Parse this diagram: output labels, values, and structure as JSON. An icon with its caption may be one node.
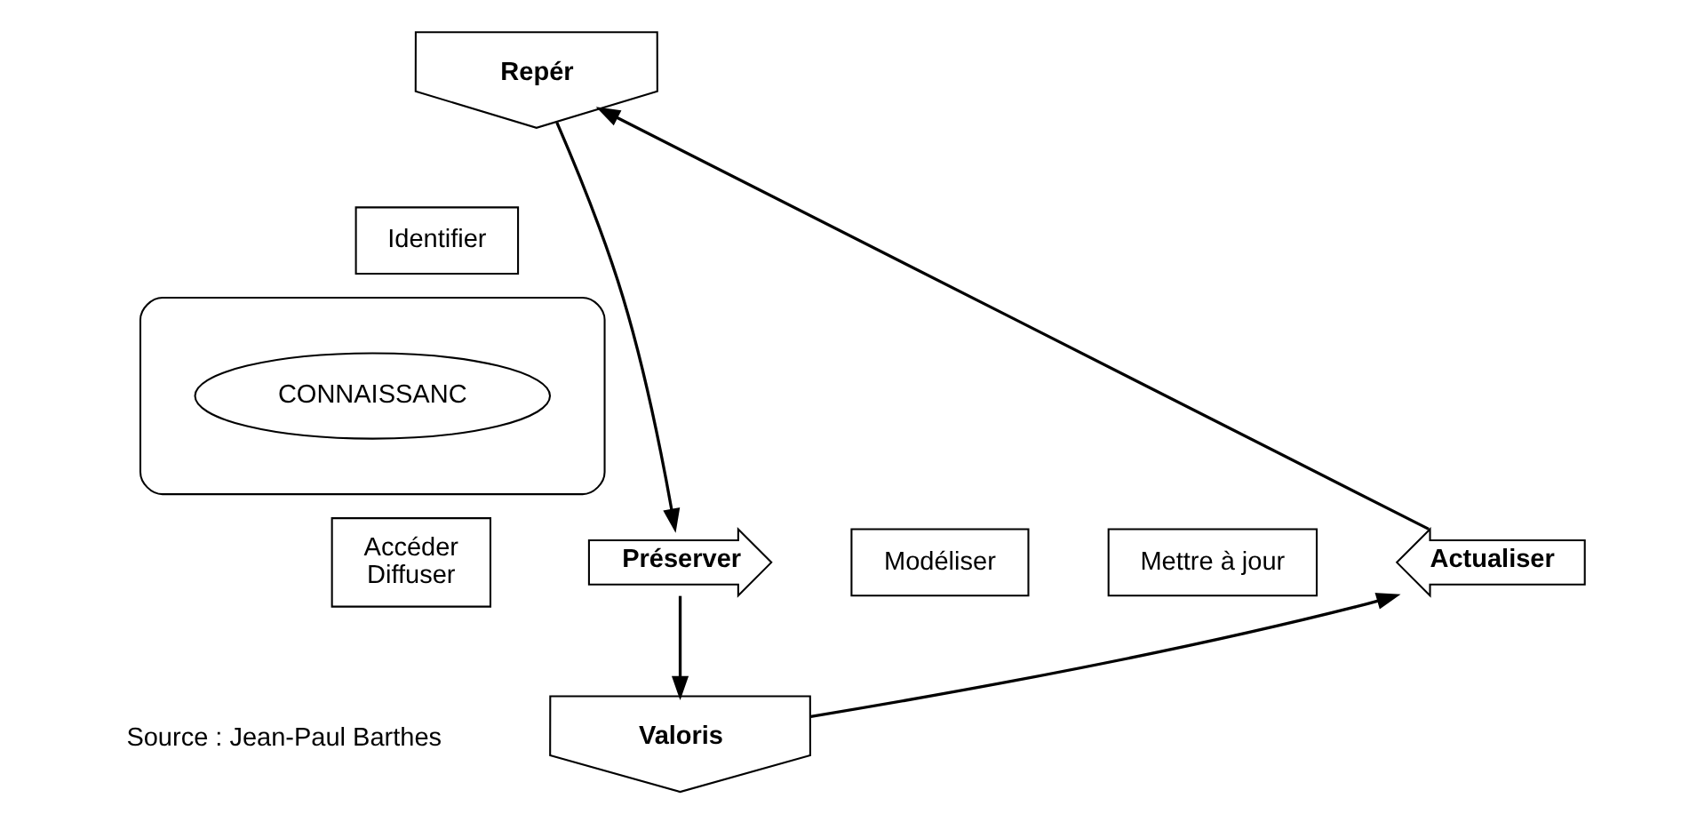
{
  "diagram": {
    "nodes": [
      {
        "text": [
          "Repér"
        ]
      },
      {
        "text": [
          "Identifier"
        ]
      },
      {
        "text": [
          "Préserver"
        ]
      },
      {
        "text": [
          "Actualiser"
        ]
      },
      {
        "text": [],
        "shape": "ellipse"
      },
      {
        "text": [
          "Modéliser"
        ]
      },
      {
        "text": [
          "CONNAISSANC"
        ],
        "in": 4
      },
      {
        "text": [
          "Mettre à jour"
        ]
      },
      {
        "text": [
          "Accéder",
          "Diffuser"
        ]
      },
      {
        "text": [
          "Valoris"
        ]
      }
    ],
    "edges": [
      {
        "from": 0,
        "to": 2,
        "arrow": "to"
      },
      {
        "from": 2,
        "to": 9,
        "arrow": "to"
      },
      {
        "from": 9,
        "to": 3,
        "arrow": "to"
      },
      {
        "from": 3,
        "to": 0,
        "arrow": "to"
      }
    ],
    "labels": [
      "Source : Jean-Paul Barthes"
    ]
  }
}
